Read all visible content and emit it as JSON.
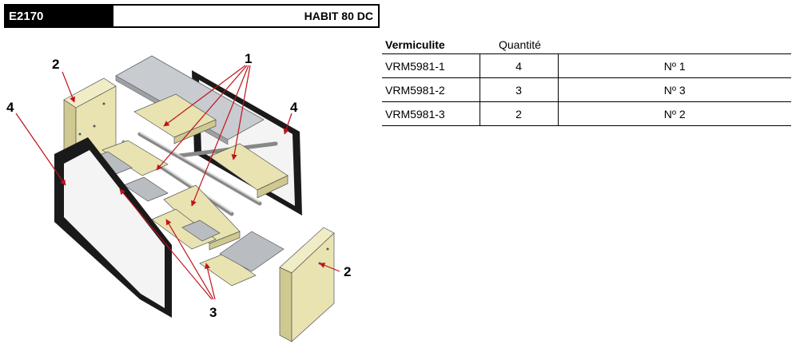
{
  "header": {
    "code": "E2170",
    "model": "HABIT 80 DC"
  },
  "table": {
    "columns": [
      "Vermiculite",
      "Quantité",
      ""
    ],
    "rows": [
      {
        "ref": "VRM5981-1",
        "qty": "4",
        "num": "Nº 1"
      },
      {
        "ref": "VRM5981-2",
        "qty": "3",
        "num": "Nº 3"
      },
      {
        "ref": "VRM5981-3",
        "qty": "2",
        "num": "Nº 2"
      }
    ]
  },
  "diagram": {
    "callouts": [
      "1",
      "2",
      "4",
      "4",
      "2",
      "3"
    ]
  },
  "colors": {
    "panel": "#e8e3b0",
    "metal": "#b9bcc0",
    "frame": "#1a1a1a",
    "arrow": "#c0121b"
  }
}
